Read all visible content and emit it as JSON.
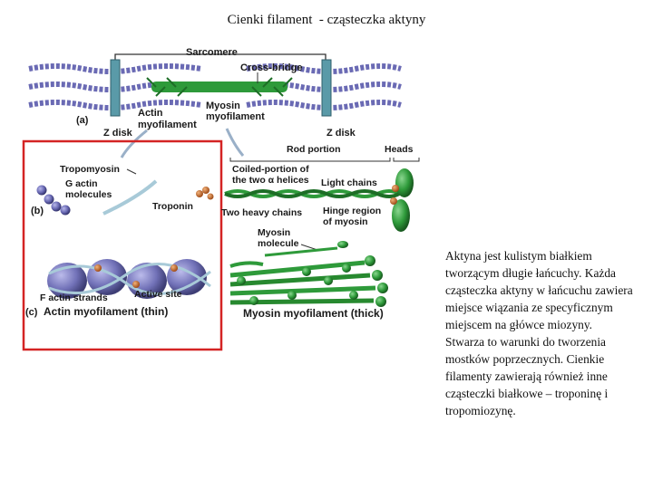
{
  "title": "Cienki filament  - cząsteczka aktyny",
  "figure": {
    "labels": {
      "sarcomere": "Sarcomere",
      "cross_bridge": "Cross-bridge",
      "actin": "Actin",
      "myofilament": "myofilament",
      "myosin": "Myosin",
      "myofilament2": "myofilament",
      "panel_a": "(a)",
      "z_disk_left": "Z disk",
      "z_disk_right": "Z disk",
      "rod_portion": "Rod portion",
      "heads": "Heads",
      "tropomyosin": "Tropomyosin",
      "g_actin": "G actin",
      "molecules": "molecules",
      "panel_b": "(b)",
      "troponin": "Troponin",
      "coiled_portion": "Coiled-portion of",
      "two_alpha_helices": "the two α helices",
      "light_chains": "Light chains",
      "two_heavy_chains": "Two heavy chains",
      "hinge_region": "Hinge region",
      "of_myosin": "of myosin",
      "myosin_molecule_1": "Myosin",
      "myosin_molecule_2": "molecule",
      "f_actin_strands": "F actin strands",
      "active_site": "Active site",
      "panel_c": "(c)",
      "actin_thin": "Actin myofilament (thin)",
      "myosin_thick": "Myosin myofilament (thick)"
    }
  },
  "description": "Aktyna jest kulistym białkiem tworzącym długie łańcuchy. Każda cząsteczka aktyny w łańcuchu zawiera miejsce wiązania ze specyficznym miejscem na główce miozyny. Stwarza to warunki do tworzenia mostków poprzecznych. Cienkie filamenty zawierają również inne cząsteczki białkowe – troponinę i tropomiozynę.",
  "colors": {
    "highlight_box": "#d42424",
    "actin_purple": "#6a6ab4",
    "actin_dark": "#3a3a8a",
    "myosin_green": "#2e9a3a",
    "myosin_dark": "#1d6e26",
    "troponin_orange": "#c86a2a",
    "z_disk_teal": "#5a9aa8",
    "tropomyosin_blue": "#a8cad8"
  }
}
